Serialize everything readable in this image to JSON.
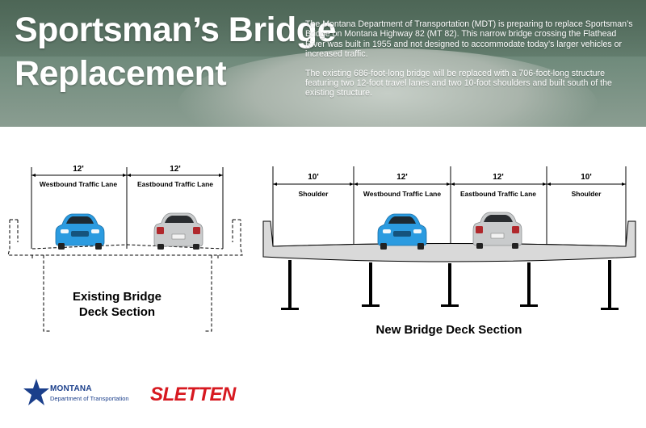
{
  "header": {
    "title_line1": "Sportsman’s Bridge",
    "title_line2": "Replacement",
    "paragraph1": "The Montana Department of Transportation (MDT) is preparing to replace Sportsman’s Bridge on Montana Highway 82 (MT 82). This narrow bridge crossing the Flathead River was built in 1955 and not designed to accommodate today’s larger vehicles or increased traffic.",
    "paragraph2": "The existing 686-foot-long bridge will be replaced with a 706-foot-long structure featuring two 12-foot travel lanes and two 10-foot shoulders and built south of the existing structure."
  },
  "existing": {
    "caption_line1": "Existing Bridge",
    "caption_line2": "Deck Section",
    "lanes": [
      {
        "width": "12'",
        "name": "Westbound Traffic Lane"
      },
      {
        "width": "12'",
        "name": "Eastbound Traffic Lane"
      }
    ]
  },
  "new": {
    "caption": "New Bridge Deck Section",
    "lanes": [
      {
        "width": "10'",
        "name": "Shoulder"
      },
      {
        "width": "12'",
        "name": "Westbound Traffic Lane"
      },
      {
        "width": "12'",
        "name": "Eastbound Traffic Lane"
      },
      {
        "width": "10'",
        "name": "Shoulder"
      }
    ]
  },
  "logos": {
    "mdt_name": "MONTANA",
    "mdt_dept": "Department of Transportation",
    "sletten": "SLETTEN"
  },
  "colors": {
    "car_blue": "#2b9be0",
    "car_silver": "#c9cbcc",
    "mdt_blue": "#1b3f8b",
    "sletten_red": "#d71920"
  }
}
